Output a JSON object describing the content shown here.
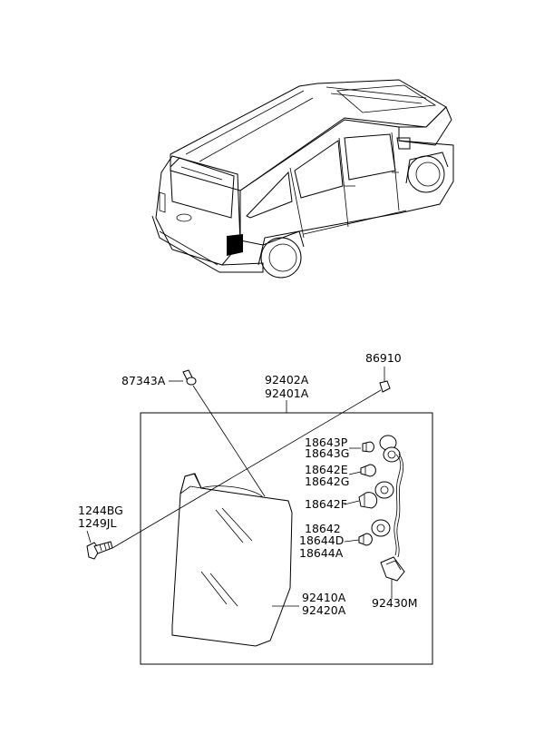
{
  "parts": {
    "p87343A": "87343A",
    "p92402A": "92402A",
    "p92401A": "92401A",
    "p86910": "86910",
    "p18643P": "18643P",
    "p18643G": "18643G",
    "p18642E": "18642E",
    "p18642G": "18642G",
    "p18642F": "18642F",
    "p18642": "18642",
    "p18644D": "18644D",
    "p18644A": "18644A",
    "p1244BG": "1244BG",
    "p1249JL": "1249JL",
    "p92410A": "92410A",
    "p92420A": "92420A",
    "p92430M": "92430M"
  }
}
